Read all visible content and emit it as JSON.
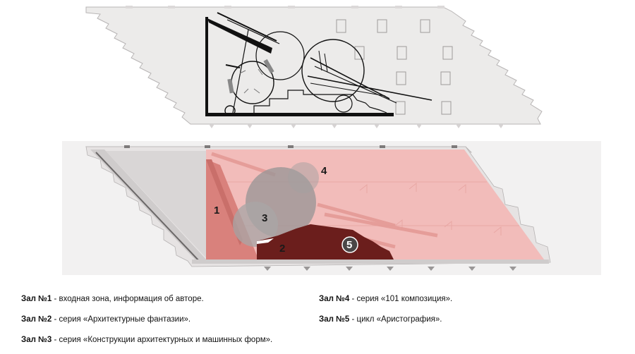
{
  "zones": {
    "z1": "1",
    "z2": "2",
    "z3": "3",
    "z4": "4",
    "z5": "5"
  },
  "colors": {
    "wall": "#ece9e9",
    "wall_stroke": "#b9b6b6",
    "hall1": "#d9817c",
    "hall4": "#f3b9b6",
    "hall2": "#6b1e1c",
    "hall3": "#9a9696"
  },
  "legend": [
    {
      "title": "Зал №1",
      "text": " - входная зона, информация об авторе."
    },
    {
      "title": "Зал №2",
      "text": " - серия «Архитектурные фантазии»."
    },
    {
      "title": "Зал №3",
      "text": " - серия «Конструкции архитектурных и машинных форм»."
    },
    {
      "title": "Зал №4",
      "text": " - серия «101 композиция»."
    },
    {
      "title": "Зал №5",
      "text": " - цикл «Аристография»."
    }
  ]
}
